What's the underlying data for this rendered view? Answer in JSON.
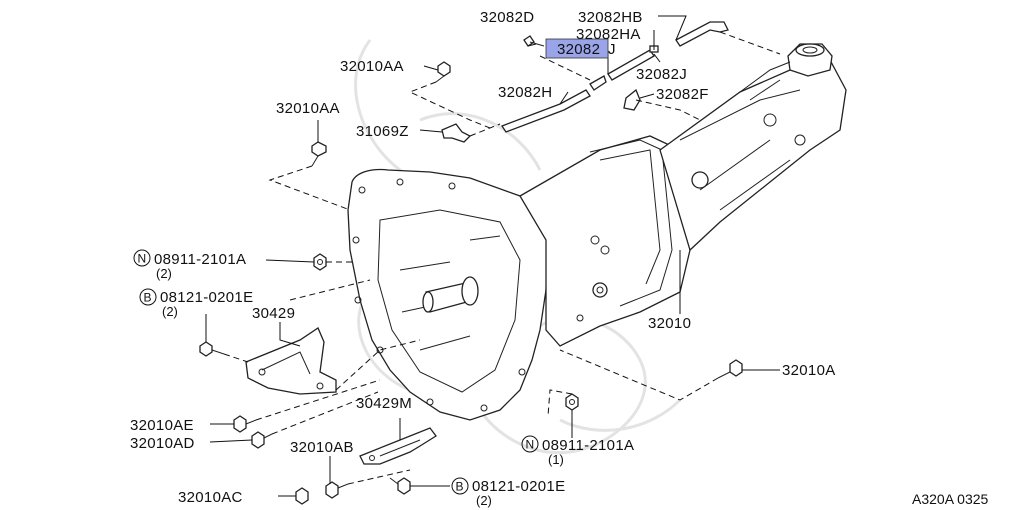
{
  "diagram": {
    "reference_code": "A320A 0325",
    "highlight_color": "#9aa4e8",
    "labels": {
      "p32082D": "32082D",
      "p32082HB": "32082HB",
      "p32082HA": "32082HA",
      "p32082": "32082",
      "p32082J_top": "J",
      "p32010AA_1": "32010AA",
      "p32082J": "32082J",
      "p32082H": "32082H",
      "p32082F": "32082F",
      "p32010AA_2": "32010AA",
      "p31069Z": "31069Z",
      "p08911_1": "08911-2101A",
      "p08911_1_qty": "(2)",
      "p08121_1": "08121-0201E",
      "p08121_1_qty": "(2)",
      "p30429": "30429",
      "p32010": "32010",
      "p32010A": "32010A",
      "p30429M": "30429M",
      "p32010AE": "32010AE",
      "p32010AD": "32010AD",
      "p32010AB": "32010AB",
      "p08911_2": "08911-2101A",
      "p08911_2_qty": "(1)",
      "p32010AC": "32010AC",
      "p08121_2": "08121-0201E",
      "p08121_2_qty": "(2)",
      "sym_N": "N",
      "sym_B": "B"
    }
  }
}
